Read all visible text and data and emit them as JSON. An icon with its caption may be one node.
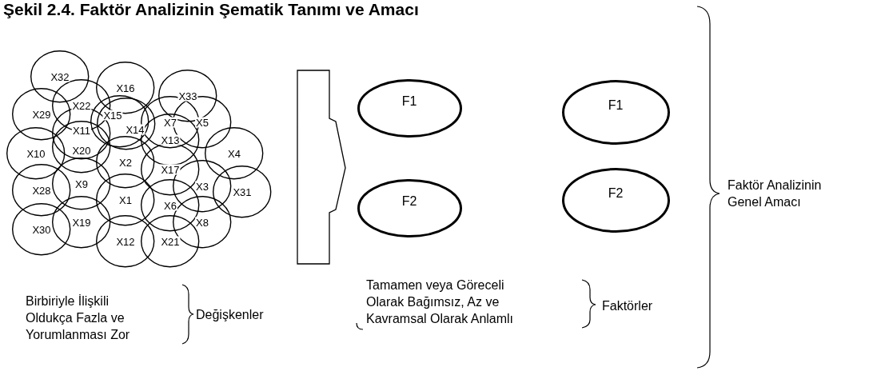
{
  "diagram": {
    "title": "Şekil 2.4. Faktör Analizinin Şematik Tanımı ve Amacı",
    "nodes": [
      {
        "text": [
          "X32"
        ]
      },
      {
        "text": [
          "X16"
        ]
      },
      {
        "text": [
          "X33"
        ]
      },
      {
        "text": [
          "X22"
        ]
      },
      {
        "text": [
          "X29"
        ]
      },
      {
        "text": [
          "X15"
        ]
      },
      {
        "text": [
          "X14"
        ]
      },
      {
        "text": [
          "X7"
        ]
      },
      {
        "text": [
          "X5"
        ]
      },
      {
        "text": [
          "X11"
        ]
      },
      {
        "text": [
          "X13"
        ]
      },
      {
        "text": [
          "X10"
        ]
      },
      {
        "text": [
          "X20"
        ]
      },
      {
        "text": [
          "X4"
        ]
      },
      {
        "text": [
          "X2"
        ]
      },
      {
        "text": [
          "X17"
        ]
      },
      {
        "text": [
          "X28"
        ]
      },
      {
        "text": [
          "X9"
        ]
      },
      {
        "text": [
          "X3"
        ]
      },
      {
        "text": [
          "X31"
        ]
      },
      {
        "text": [
          "X1"
        ]
      },
      {
        "text": [
          "X6"
        ]
      },
      {
        "text": [
          "X19"
        ]
      },
      {
        "text": [
          "X8"
        ]
      },
      {
        "text": [
          "X30"
        ]
      },
      {
        "text": [
          "X12"
        ]
      },
      {
        "text": [
          "X21"
        ]
      },
      {
        "text": [],
        "shape": "arrow"
      },
      {
        "text": [
          "F1"
        ]
      },
      {
        "text": [
          "F1"
        ]
      },
      {
        "text": [
          "F2"
        ]
      },
      {
        "text": [
          "F2"
        ]
      }
    ],
    "labels": [
      "Birbiriyle İlişkili Oldukça Fazla ve Yorumlanması Zor",
      "Değişkenler",
      "Tamamen veya Göreceli Olarak Bağımsız, Az ve Kavramsal Olarak Anlamlı",
      "Faktörler",
      "Faktör Analizinin Genel Amacı"
    ]
  }
}
